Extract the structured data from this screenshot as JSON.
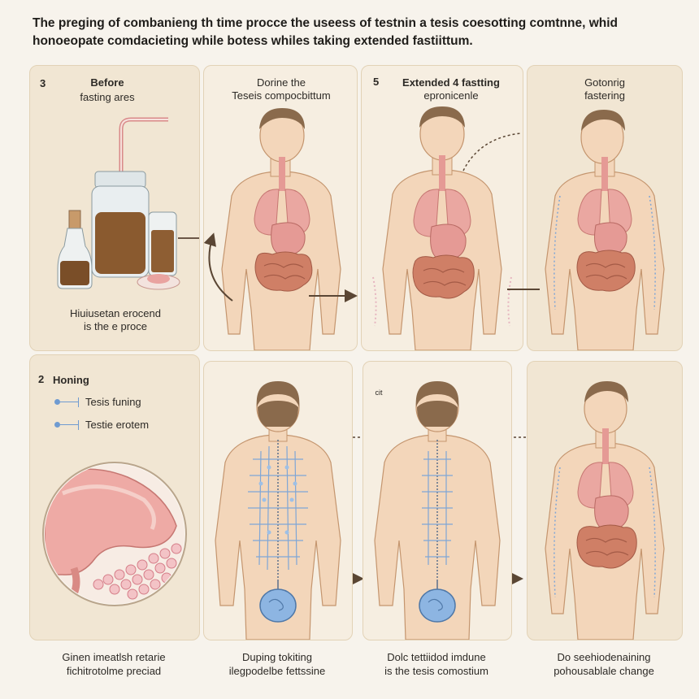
{
  "title": {
    "line1": "The preging of combanieng th time procce the useess of testnin a tesis  coesotting comtnne, whid",
    "line2": "honoeopate comdacieting while botess whiles taking extended fastiittum."
  },
  "top_panels": [
    {
      "number": "3",
      "heading": "Before",
      "subheading": "fasting ares",
      "caption_line1": "Hiuiusetan erocend",
      "caption_line2": "is the e proce"
    },
    {
      "number": "",
      "heading": "Dorine the",
      "subheading": "Teseis compocbittum"
    },
    {
      "number": "5",
      "heading": "Extended 4 fastting",
      "subheading": "epronicenle"
    },
    {
      "number": "",
      "heading": "Gotonrig",
      "subheading": "fastering"
    }
  ],
  "bottom_left": {
    "number": "2",
    "heading": "Honing",
    "legend": [
      "Tesis funing",
      "Testie erotem"
    ]
  },
  "small_marker": "cit",
  "bottom_captions": [
    {
      "line1": "Ginen imeatlsh retarie",
      "line2": "fichitrotolme preciad"
    },
    {
      "line1": "Duping tokiting",
      "line2": "ilegpodelbe fettssine"
    },
    {
      "line1": "Dolc tettiidod imdune",
      "line2": "is the tesis comostium"
    },
    {
      "line1": "Do seehiodenaining",
      "line2": "pohousablale change"
    }
  ],
  "icons": [
    "flask-icon",
    "stomach-icon",
    "arrow-icon",
    "human-figure-icon",
    "body-back-icon"
  ],
  "colors": {
    "panel": "#f1e6d3",
    "skin": "#f1d2b5",
    "hair": "#8a6a4c",
    "organ": "#e59a95",
    "intestine": "#c97962",
    "nerve": "#7fa6d6",
    "liquid": "#8a5a2f",
    "arrow": "#5a4634"
  }
}
